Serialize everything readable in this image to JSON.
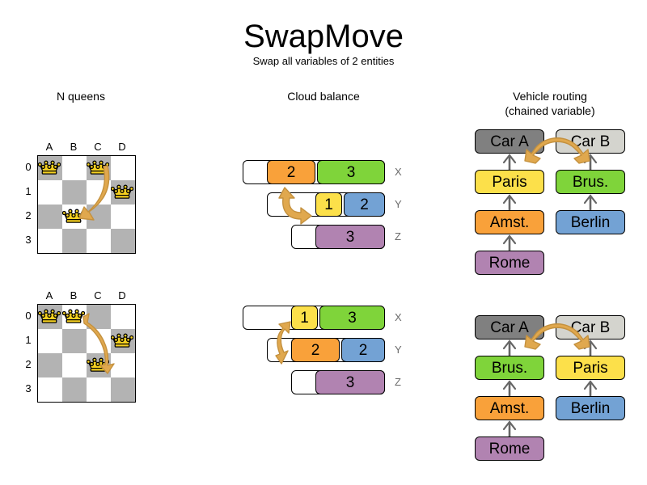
{
  "header": {
    "title": "SwapMove",
    "subtitle": "Swap all variables of 2 entities"
  },
  "sections": {
    "nqueens": {
      "heading": "N queens"
    },
    "cloud": {
      "heading": "Cloud balance"
    },
    "vrp": {
      "heading_line1": "Vehicle routing",
      "heading_line2": "(chained variable)"
    }
  },
  "colors": {
    "orange": "#f9a13a",
    "green": "#7fd43a",
    "yellow": "#fce04a",
    "blue": "#73a2d4",
    "purple": "#b183b1",
    "gray_dark": "#808080",
    "gray_light": "#d4d4ce",
    "arrow": "#e0a84e",
    "arrow_stroke": "#c4913f",
    "board_dark": "#b3b3b3",
    "board_light": "#ffffff",
    "queen_fill": "#f5d020",
    "label_gray": "#6b6b6b"
  },
  "nqueens": {
    "files": [
      "A",
      "B",
      "C",
      "D"
    ],
    "ranks": [
      "0",
      "1",
      "2",
      "3"
    ],
    "before": {
      "queens": [
        {
          "file": "A",
          "rank": "0",
          "col": 0,
          "row": 0
        },
        {
          "file": "C",
          "rank": "0",
          "col": 2,
          "row": 0
        },
        {
          "file": "D",
          "rank": "1",
          "col": 3,
          "row": 1
        },
        {
          "file": "B",
          "rank": "2",
          "col": 1,
          "row": 2
        }
      ],
      "swap_arrow": {
        "from_col": 2,
        "from_row": 0,
        "to_col": 1,
        "to_row": 2,
        "direction": "down"
      }
    },
    "after": {
      "queens": [
        {
          "file": "A",
          "rank": "0",
          "col": 0,
          "row": 0
        },
        {
          "file": "B",
          "rank": "0",
          "col": 1,
          "row": 0
        },
        {
          "file": "D",
          "rank": "1",
          "col": 3,
          "row": 1
        },
        {
          "file": "C",
          "rank": "2",
          "col": 2,
          "row": 2
        }
      ],
      "swap_arrow": {
        "from_col": 1,
        "from_row": 0,
        "to_col": 2,
        "to_row": 2,
        "direction": "both"
      }
    }
  },
  "cloud": {
    "before": {
      "rows": [
        {
          "label": "X",
          "blocks": [
            {
              "value": "2",
              "color": "#f9a13a",
              "name": "process-2-orange"
            },
            {
              "value": "3",
              "color": "#7fd43a",
              "name": "process-3-green"
            }
          ]
        },
        {
          "label": "Y",
          "blocks": [
            {
              "value": "1",
              "color": "#fce04a",
              "name": "process-1-yellow"
            },
            {
              "value": "2",
              "color": "#73a2d4",
              "name": "process-2-blue"
            }
          ]
        },
        {
          "label": "Z",
          "blocks": [
            {
              "value": "3",
              "color": "#b183b1",
              "name": "process-3-purple"
            }
          ]
        }
      ]
    },
    "after": {
      "rows": [
        {
          "label": "X",
          "blocks": [
            {
              "value": "1",
              "color": "#fce04a",
              "name": "process-1-yellow"
            },
            {
              "value": "3",
              "color": "#7fd43a",
              "name": "process-3-green"
            }
          ]
        },
        {
          "label": "Y",
          "blocks": [
            {
              "value": "2",
              "color": "#f9a13a",
              "name": "process-2-orange"
            },
            {
              "value": "2",
              "color": "#73a2d4",
              "name": "process-2-blue"
            }
          ]
        },
        {
          "label": "Z",
          "blocks": [
            {
              "value": "3",
              "color": "#b183b1",
              "name": "process-3-purple"
            }
          ]
        }
      ]
    }
  },
  "vrp": {
    "before": {
      "chains": [
        {
          "name": "car-a-chain",
          "nodes": [
            {
              "label": "Car A",
              "color": "#808080"
            },
            {
              "label": "Paris",
              "color": "#fce04a"
            },
            {
              "label": "Amst.",
              "color": "#f9a13a"
            },
            {
              "label": "Rome",
              "color": "#b183b1"
            }
          ]
        },
        {
          "name": "car-b-chain",
          "nodes": [
            {
              "label": "Car B",
              "color": "#d4d4ce"
            },
            {
              "label": "Brus.",
              "color": "#7fd43a"
            },
            {
              "label": "Berlin",
              "color": "#73a2d4"
            }
          ]
        }
      ]
    },
    "after": {
      "chains": [
        {
          "name": "car-a-chain",
          "nodes": [
            {
              "label": "Car A",
              "color": "#808080"
            },
            {
              "label": "Brus.",
              "color": "#7fd43a"
            },
            {
              "label": "Amst.",
              "color": "#f9a13a"
            },
            {
              "label": "Rome",
              "color": "#b183b1"
            }
          ]
        },
        {
          "name": "car-b-chain",
          "nodes": [
            {
              "label": "Car B",
              "color": "#d4d4ce"
            },
            {
              "label": "Paris",
              "color": "#fce04a"
            },
            {
              "label": "Berlin",
              "color": "#73a2d4"
            }
          ]
        }
      ]
    }
  }
}
